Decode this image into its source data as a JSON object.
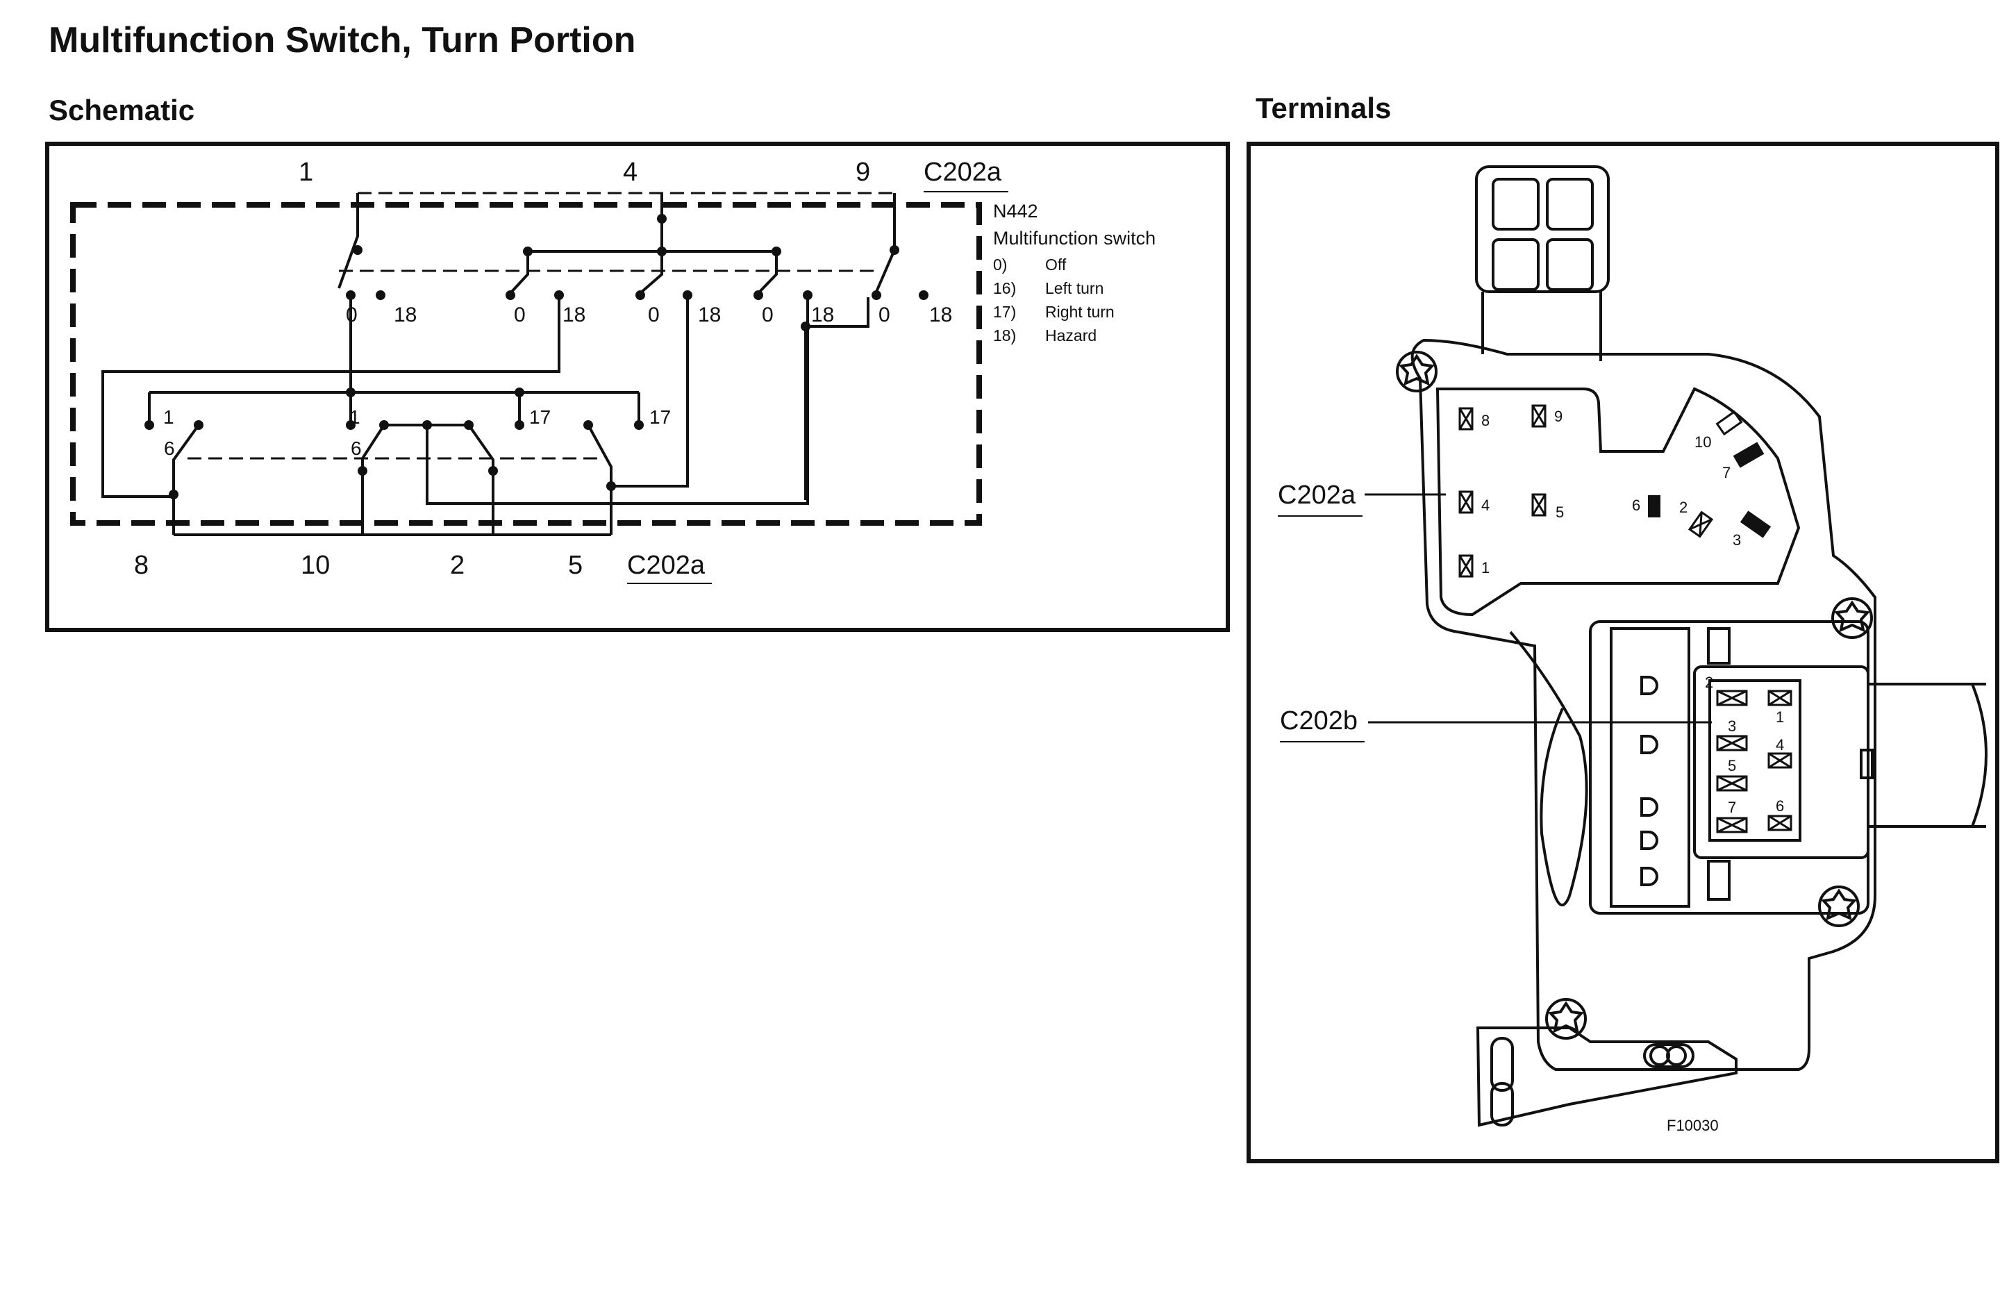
{
  "title": "Multifunction Switch, Turn Portion",
  "sections": {
    "schematic": "Schematic",
    "terminals": "Terminals"
  },
  "schematic": {
    "connector_top": "C202a",
    "connector_bottom": "C202a",
    "top_pins": [
      "1",
      "4",
      "9"
    ],
    "bottom_pins": [
      "8",
      "10",
      "2",
      "5"
    ],
    "component_id": "N442",
    "component_name": "Multifunction switch",
    "legend": [
      {
        "key": "0)",
        "text": "Off"
      },
      {
        "key": "16)",
        "text": "Left turn"
      },
      {
        "key": "17)",
        "text": "Right turn"
      },
      {
        "key": "18)",
        "text": "Hazard"
      }
    ],
    "upper_contacts": [
      {
        "a": "0",
        "b": "18"
      },
      {
        "a": "0",
        "b": "18"
      },
      {
        "a": "0",
        "b": "18"
      },
      {
        "a": "0",
        "b": "18"
      },
      {
        "a": "0",
        "b": "18"
      }
    ],
    "lower_left": {
      "a": "1",
      "b": "6"
    },
    "lower_mid": {
      "a": "1",
      "b": "6"
    },
    "lower_r1": "17",
    "lower_r2": "17"
  },
  "terminals": {
    "label_a": "C202a",
    "label_b": "C202b",
    "figure_id": "F10030",
    "a_pins": [
      "8",
      "9",
      "4",
      "5",
      "1",
      "10",
      "7",
      "6",
      "2",
      "3"
    ],
    "b_pins": [
      "2",
      "1",
      "3",
      "4",
      "5",
      "7",
      "6"
    ]
  }
}
